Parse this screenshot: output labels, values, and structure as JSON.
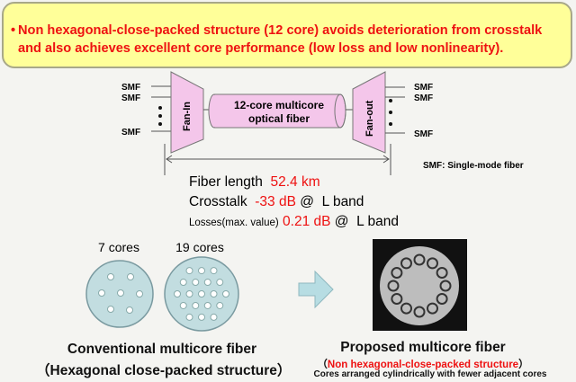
{
  "banner": {
    "bullet": "•",
    "line1": "Non hexagonal-close-packed structure (12 core) avoids deterioration from crosstalk",
    "line2": "and also achieves excellent core performance (low loss and low nonlinearity)."
  },
  "diagram": {
    "left_labels": [
      "SMF",
      "SMF",
      "SMF"
    ],
    "right_labels": [
      "SMF",
      "SMF",
      "SMF"
    ],
    "fan_in": "Fan-In",
    "fan_out": "Fan-out",
    "fiber_line1": "12-core multicore",
    "fiber_line2": "optical fiber",
    "legend": "SMF: Single-mode fiber"
  },
  "specs": {
    "length_label": "Fiber length",
    "length_value": "52.4 km",
    "crosstalk_label": "Crosstalk",
    "crosstalk_value": "-33 dB",
    "crosstalk_at": "@",
    "crosstalk_band": "L band",
    "loss_label": "Losses",
    "loss_qualifier": "(max. value)",
    "loss_value": "0.21 dB",
    "loss_at": "@",
    "loss_band": "L band"
  },
  "conventional": {
    "label_7": "7 cores",
    "label_19": "19 cores",
    "title": "Conventional multicore fiber",
    "subtitle": "（Hexagonal close-packed structure）"
  },
  "proposed": {
    "title": "Proposed multicore fiber",
    "paren_open": "（",
    "subtitle": "Non hexagonal-close-packed structure",
    "paren_close": "）",
    "note": "Cores arranged cylindrically  with fewer adjacent cores"
  },
  "colors": {
    "accent_red": "#ee1111",
    "banner_bg": "#ffff99",
    "component_pink": "#f4c6ea",
    "fiber_blue": "#c2dde0"
  }
}
